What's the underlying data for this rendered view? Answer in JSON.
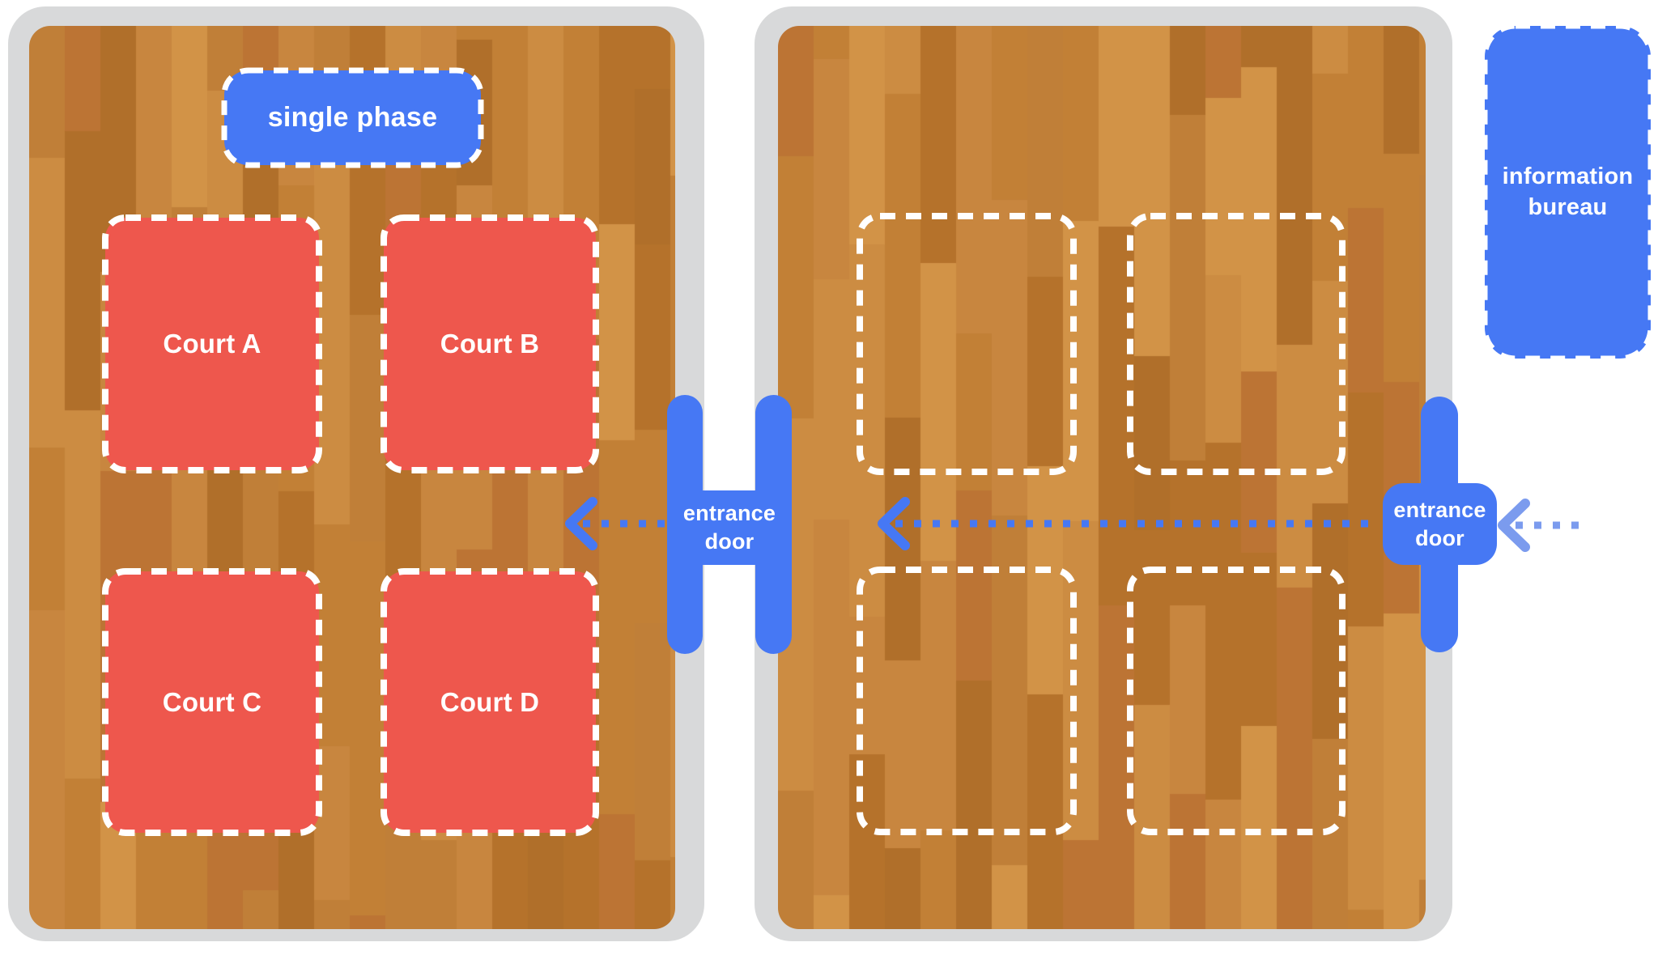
{
  "diagram": {
    "colors": {
      "accent_blue": "#4678f4",
      "outer_arrow_blue": "#7b9bee",
      "court_red": "#ee574d",
      "hall_wall_gray": "#d8d9da",
      "dash_white": "#ffffff",
      "wood_palette": [
        "#c07f38",
        "#bc7434",
        "#b5722b",
        "#cc8c42",
        "#b06f2a",
        "#d29347",
        "#c28036",
        "#c8863f"
      ]
    },
    "left_hall": {
      "phase_badge": {
        "label": "single phase"
      },
      "courts": [
        {
          "label": "Court A"
        },
        {
          "label": "Court B"
        },
        {
          "label": "Court C"
        },
        {
          "label": "Court D"
        }
      ]
    },
    "right_hall": {
      "placeholder_courts": 4
    },
    "doors": {
      "between_halls": {
        "lines": [
          "entrance",
          "door"
        ]
      },
      "outer_right": {
        "lines": [
          "entrance",
          "door"
        ]
      }
    },
    "info_bureau": {
      "lines": [
        "information",
        "bureau"
      ]
    }
  }
}
